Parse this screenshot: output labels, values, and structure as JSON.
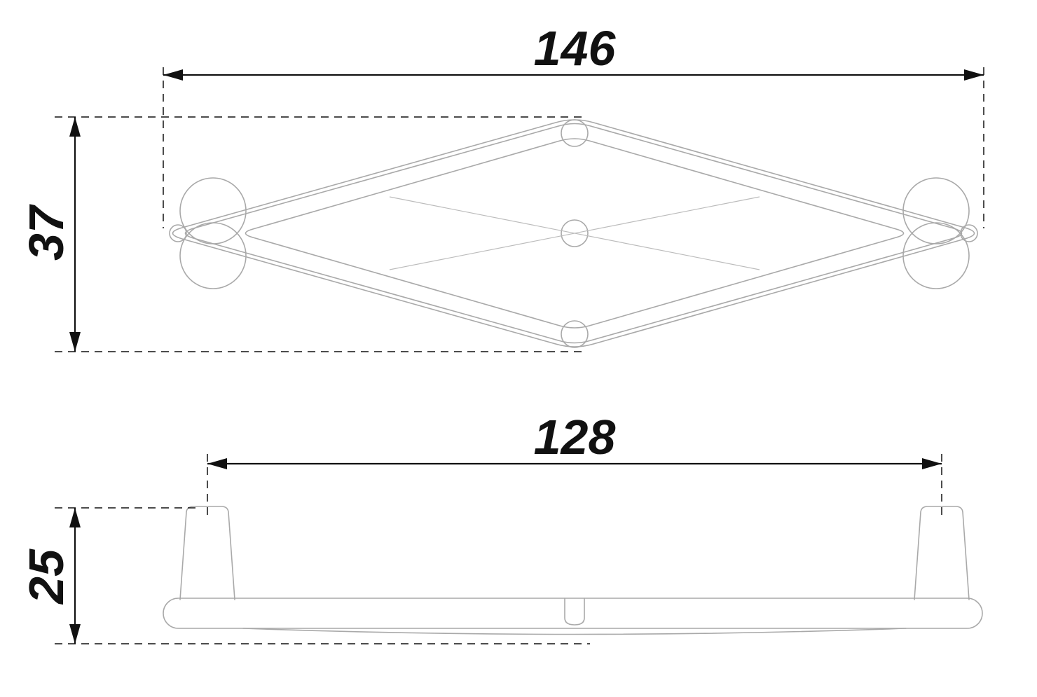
{
  "document": {
    "type": "technical dimension drawing",
    "subject": "furniture pull handle shown in two orthographic views"
  },
  "dimensions": {
    "top_view_overall_length": "146",
    "top_view_overall_width": "37",
    "front_view_hole_spacing": "128",
    "front_view_height": "25"
  },
  "colors": {
    "background": "#ffffff",
    "dimension": "#111111",
    "geometry": "#a9a9a9",
    "geometry_thin": "#bcbcbc"
  }
}
